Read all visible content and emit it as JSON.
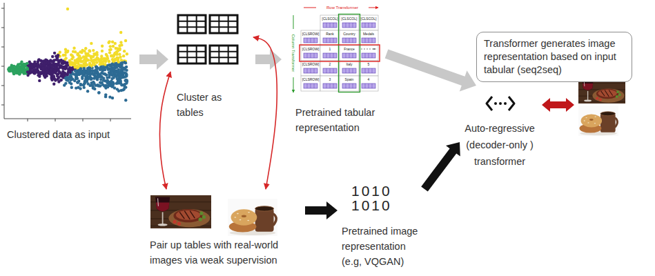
{
  "diagram": {
    "nodes": [
      {
        "text": [
          "Clustered data as input"
        ]
      },
      {
        "text": [
          "Cluster as tables"
        ]
      },
      {
        "text": [
          "Pretrained tabular representation"
        ]
      },
      {
        "text": [
          "Transformer generates image representation based on input tabular (seq2seq)"
        ]
      },
      {
        "text": [
          "Auto-regressive (decoder-only ) transformer"
        ]
      },
      {
        "text": [
          "Pair up tables with real-world images via weak supervision"
        ]
      },
      {
        "text": [
          "1010",
          "1010",
          "Pretrained image representation (e.g, VQGAN)"
        ]
      }
    ],
    "edges": [
      {
        "from": 0,
        "to": 1,
        "arrow": "to"
      },
      {
        "from": 1,
        "to": 2,
        "arrow": "to"
      },
      {
        "from": 2,
        "to": 4,
        "arrow": "to"
      },
      {
        "from": 5,
        "to": 6,
        "arrow": "to"
      },
      {
        "from": 6,
        "to": 4,
        "arrow": "to"
      },
      {
        "from": 1,
        "to": 5,
        "arrow": "both"
      },
      {
        "from": 1,
        "to": 5,
        "arrow": "both"
      }
    ],
    "labels": [
      "Row Transformer",
      "Column Transformer",
      "[CLSCOL]",
      "[CLSCOL]",
      "[CLSCOL]",
      "[CLSROW]",
      "Rank",
      "Country",
      "Medals",
      "[CLSROW]",
      "1",
      "France",
      "[CLSROW]",
      "2",
      "Italy",
      "5",
      "[CLSROW]",
      "3",
      "Spain",
      "4"
    ]
  }
}
